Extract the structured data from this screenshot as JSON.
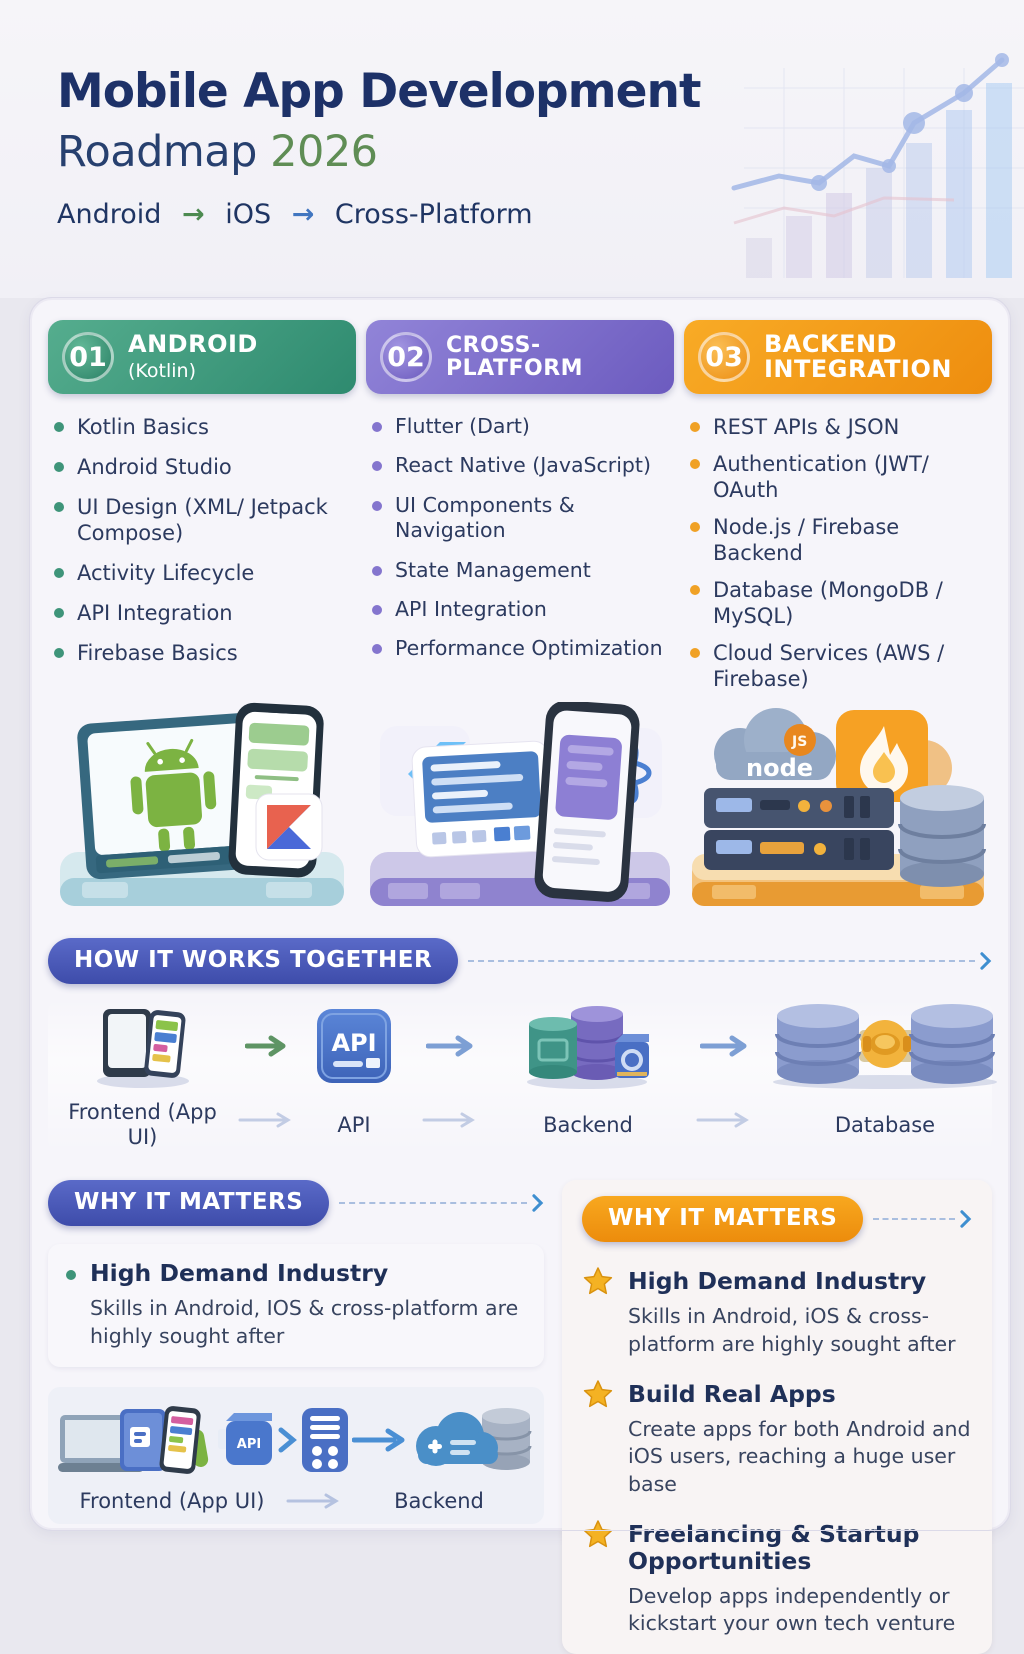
{
  "header": {
    "title": "Mobile App Development",
    "roadmap_label": "Roadmap",
    "year": "2026",
    "track": {
      "step1": "Android",
      "step2": "iOS",
      "step3": "Cross-Platform",
      "arrow": "→"
    }
  },
  "colors": {
    "navy": "#1d3168",
    "year_green": "#5f8d55",
    "android_green": "#2e8a6f",
    "crossplatform_purple": "#6c5bbf",
    "backend_orange": "#ee8d0e",
    "pill_blue": "#3e4caa",
    "star_gold": "#f2b01e"
  },
  "columns": [
    {
      "number": "01",
      "title": "ANDROID",
      "subtitle": "(Kotlin)",
      "illustration": "android-tablet-phone-kotlin",
      "items": [
        "Kotlin Basics",
        "Android Studio",
        "UI Design (XML/ Jetpack Compose)",
        "Activity Lifecycle",
        "API Integration",
        "Firebase Basics"
      ]
    },
    {
      "number": "02",
      "title": "CROSS-PLATFORM",
      "subtitle": "",
      "illustration": "flutter-react-phone",
      "items": [
        "Flutter (Dart)",
        "React Native (JavaScript)",
        "UI Components & Navigation",
        "State Management",
        "API Integration",
        "Performance Optimization"
      ]
    },
    {
      "number": "03",
      "title": "BACKEND INTEGRATION",
      "subtitle": "",
      "illustration": "server-database-cloud",
      "items": [
        "REST APIs & JSON",
        "Authentication (JWT/ OAuth",
        "Node.js / Firebase Backend",
        "Database (MongoDB / MySQL)",
        "Cloud Services (AWS / Firebase)"
      ]
    }
  ],
  "how_it_works": {
    "title": "HOW IT WORKS TOGETHER",
    "steps": [
      {
        "label": "Frontend (App UI)",
        "icon": "mobile-devices-icon"
      },
      {
        "label": "API",
        "icon": "api-badge-icon"
      },
      {
        "label": "Backend",
        "icon": "server-stack-icon"
      },
      {
        "label": "Database",
        "icon": "linked-databases-icon"
      }
    ]
  },
  "why_left": {
    "title": "WHY IT MATTERS",
    "items": [
      {
        "heading": "High Demand Industry",
        "description": "Skills in Android, IOS & cross-platform are highly sought after"
      }
    ],
    "flow": {
      "from": "Frontend (App UI)",
      "to": "Backend"
    }
  },
  "why_right": {
    "title": "WHY IT MATTERS",
    "items": [
      {
        "heading": "High Demand Industry",
        "description": "Skills in Android, iOS & cross-platform are highly sought after"
      },
      {
        "heading": "Build Real Apps",
        "description": "Create apps for both Android and iOS users, reaching a huge user base"
      },
      {
        "heading": "Freelancing & Startup Opportunities",
        "description": "Develop apps independently or kickstart your own tech venture"
      }
    ]
  },
  "icons": {
    "api_label": "API",
    "node_label": "node",
    "js_label": "JS"
  }
}
